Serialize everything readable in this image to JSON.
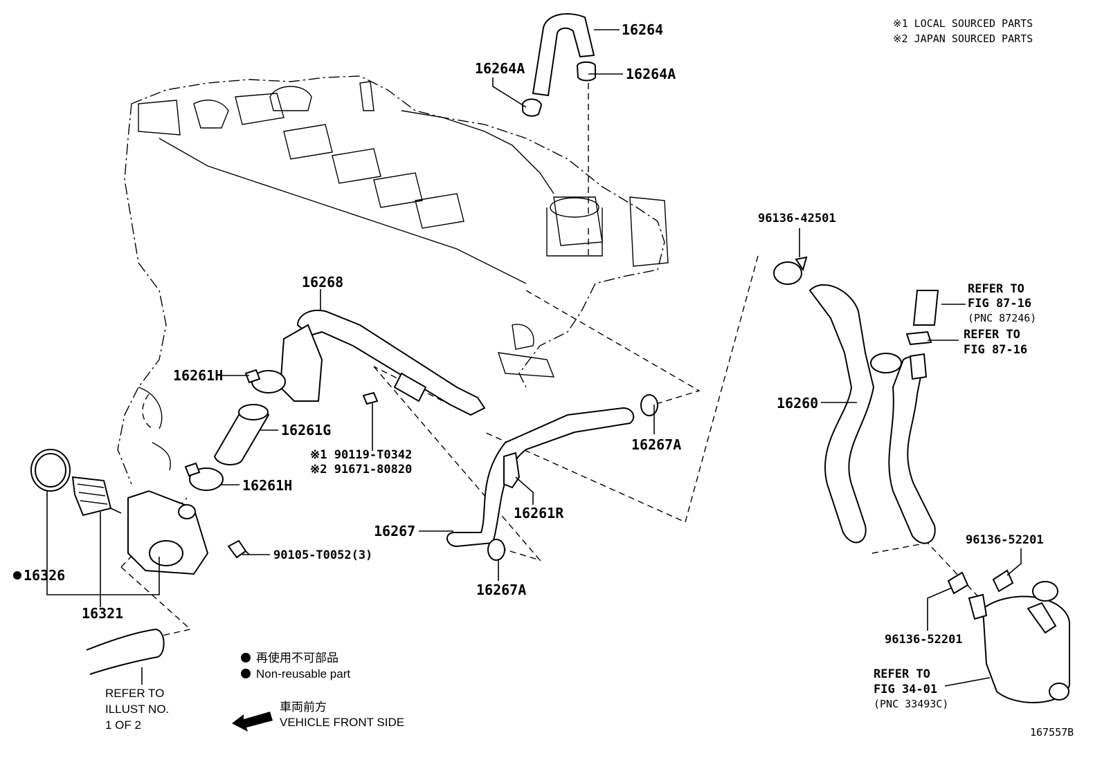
{
  "legend_notes": {
    "note1": "※1 LOCAL SOURCED PARTS",
    "note2": "※2 JAPAN SOURCED PARTS"
  },
  "callouts": {
    "p16264": "16264",
    "p16264A_left": "16264A",
    "p16264A_right": "16264A",
    "p16268": "16268",
    "p16261H_top": "16261H",
    "p16261G": "16261G",
    "p16261H_bottom": "16261H",
    "p16326": "16326",
    "p16321": "16321",
    "bolt1": "※1 90119-T0342",
    "bolt2": "※2 91671-80820",
    "p90105": "90105-T0052(3)",
    "p16267": "16267",
    "p16261R": "16261R",
    "p16267A_right": "16267A",
    "p16267A_bottom": "16267A",
    "p96136_top": "96136-42501",
    "p16260": "16260",
    "p96136_right": "96136-52201",
    "p96136_bottom": "96136-52201",
    "figure_id": "167557B"
  },
  "refer": {
    "fig8716_a_l1": "REFER TO",
    "fig8716_a_l2": "FIG 87-16",
    "fig8716_a_l3": "(PNC 87246)",
    "fig8716_b_l1": "REFER TO",
    "fig8716_b_l2": "FIG 87-16",
    "fig3401_l1": "REFER TO",
    "fig3401_l2": "FIG 34-01",
    "fig3401_l3": "(PNC 33493C)",
    "illust_l1": "REFER TO",
    "illust_l2": "ILLUST NO.",
    "illust_l3": "1 OF 2"
  },
  "legend": {
    "nonreusable_jp": "再使用不可部品",
    "nonreusable_en": "Non-reusable part",
    "front_jp": "車両前方",
    "front_en": "VEHICLE FRONT SIDE"
  },
  "icons": {
    "bullet": "black-filled-circle",
    "arrow": "left-pointing-arrow"
  }
}
